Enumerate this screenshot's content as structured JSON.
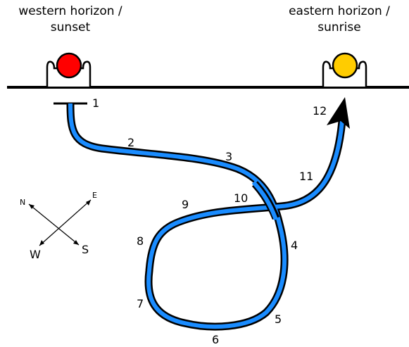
{
  "captions": {
    "west_line1": "western horizon /",
    "west_line2": "sunset",
    "east_line1": "eastern horizon /",
    "east_line2": "sunrise"
  },
  "markers": [
    {
      "label": "1"
    },
    {
      "label": "2"
    },
    {
      "label": "3"
    },
    {
      "label": "4"
    },
    {
      "label": "5"
    },
    {
      "label": "6"
    },
    {
      "label": "7"
    },
    {
      "label": "8"
    },
    {
      "label": "9"
    },
    {
      "label": "10"
    },
    {
      "label": "11"
    },
    {
      "label": "12"
    }
  ],
  "compass": {
    "n": "N",
    "e": "E",
    "s": "S",
    "w": "W"
  },
  "colors": {
    "sunset_sun": "#ff0000",
    "sunrise_sun": "#ffcc00",
    "path_fill": "#1a8cff",
    "outline": "#000000"
  }
}
